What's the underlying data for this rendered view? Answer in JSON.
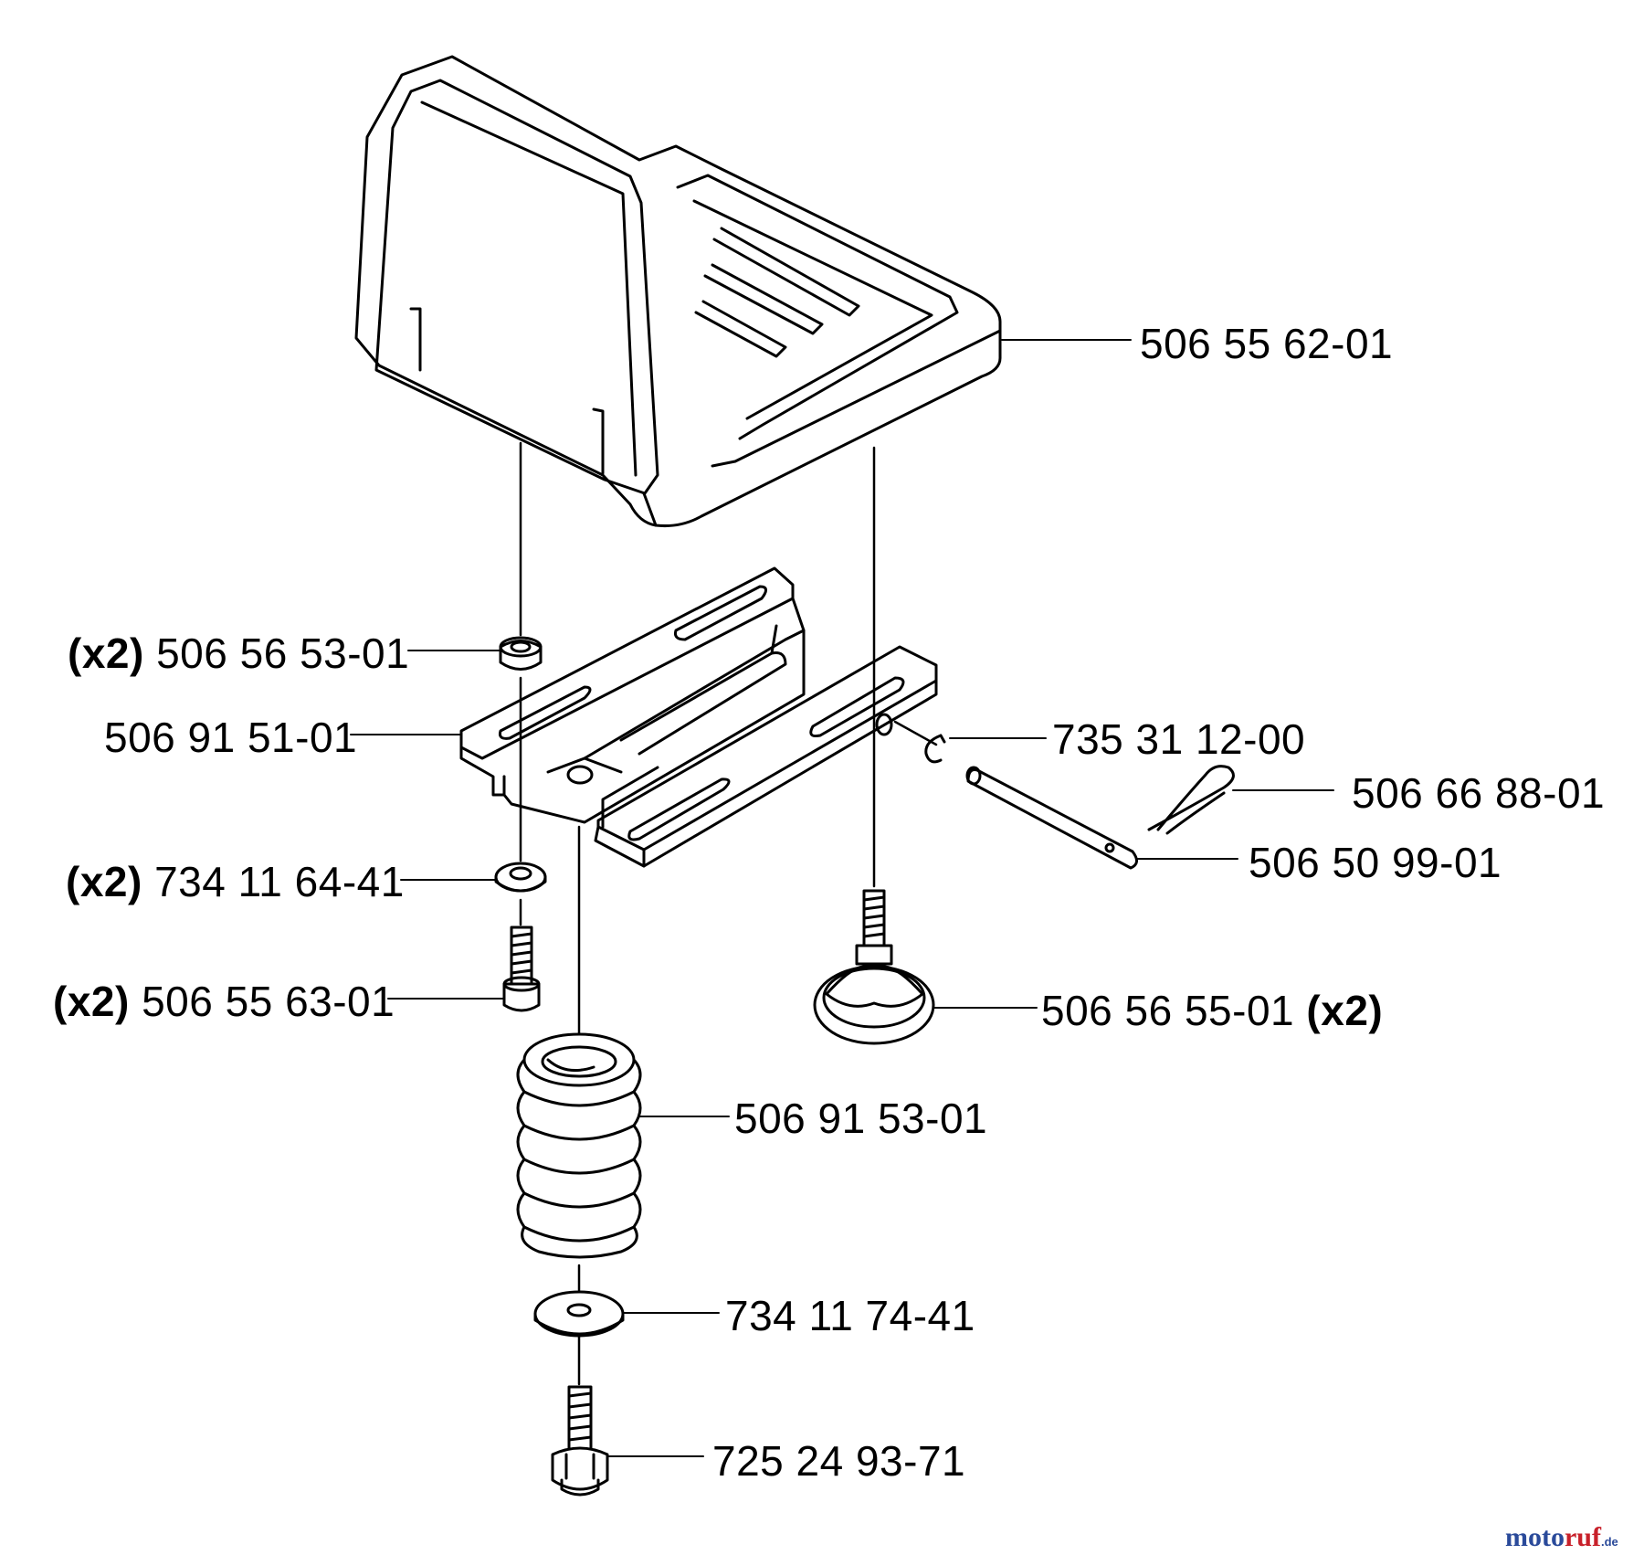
{
  "parts": {
    "seat": {
      "number": "506 55 62-01"
    },
    "nut": {
      "qty": "(x2)",
      "number": "506 56 53-01"
    },
    "bracket": {
      "number": "506 91 51-01"
    },
    "washer_small": {
      "qty": "(x2)",
      "number": "734 11 64-41"
    },
    "bolt_small": {
      "qty": "(x2)",
      "number": "506 55 63-01"
    },
    "circlip": {
      "number": "735 31 12-00"
    },
    "hairpin": {
      "number": "506 66 88-01"
    },
    "pin": {
      "number": "506 50 99-01"
    },
    "knob": {
      "qty": "(x2)",
      "number": "506 56 55-01"
    },
    "spring": {
      "number": "506 91 53-01"
    },
    "washer_large": {
      "number": "734 11 74-41"
    },
    "bolt_flange": {
      "number": "725 24 93-71"
    }
  },
  "watermark": {
    "brand_a": "moto",
    "brand_b": "ruf",
    "suffix": ".de"
  }
}
